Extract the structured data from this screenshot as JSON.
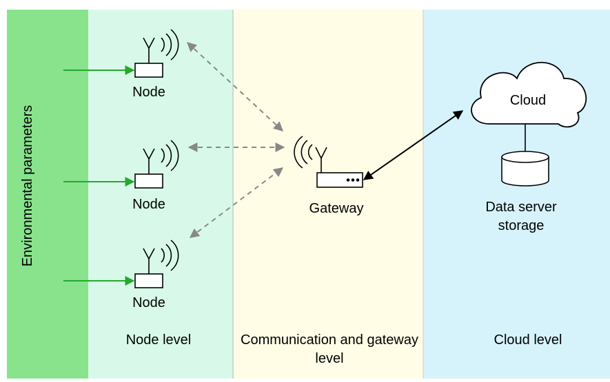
{
  "colors": {
    "band_env": "#88e38c",
    "band_node": "#d8f9ea",
    "band_gateway": "#fffde6",
    "band_cloud": "#d6f3fb",
    "input_arrow": "#22aa2a",
    "wireless_arrow": "#888888",
    "uplink_arrow": "#000000"
  },
  "levels": {
    "environment": "Environmental parameters",
    "node": "Node level",
    "gateway": "Communication and gateway level",
    "cloud": "Cloud level"
  },
  "nodes": [
    {
      "label": "Node"
    },
    {
      "label": "Node"
    },
    {
      "label": "Node"
    }
  ],
  "gateway": {
    "label": "Gateway"
  },
  "cloud": {
    "label": "Cloud"
  },
  "storage": {
    "label": "Data server storage"
  }
}
